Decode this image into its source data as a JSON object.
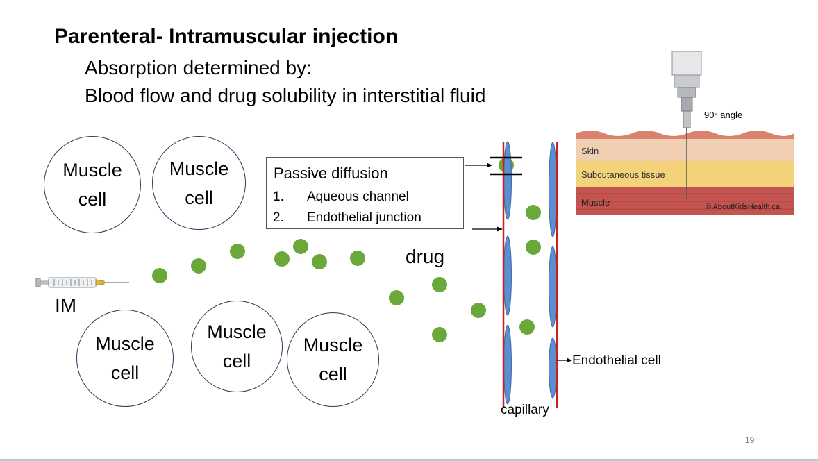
{
  "slide": {
    "title": "Parenteral- Intramuscular injection",
    "line1": "Absorption determined by:",
    "line2": "Blood flow and drug solubility in interstitial fluid",
    "page_number": "19"
  },
  "cells": [
    "Muscle cell",
    "Muscle cell",
    "Muscle cell",
    "Muscle cell",
    "Muscle cell"
  ],
  "cell_line1": "Muscle",
  "cell_line2": "cell",
  "diffusion_box": {
    "title": "Passive diffusion",
    "items": [
      {
        "num": "1.",
        "text": "Aqueous channel"
      },
      {
        "num": "2.",
        "text": "Endothelial junction"
      }
    ]
  },
  "labels": {
    "drug": "drug",
    "im": "IM",
    "endothelial": "Endothelial cell",
    "capillary": "capillary"
  },
  "inset": {
    "angle": "90° angle",
    "skin": "Skin",
    "subcutaneous": "Subcutaneous tissue",
    "muscle": "Muscle",
    "credit": "© AboutKidsHealth.ca"
  },
  "colors": {
    "drug_dot": "#6aa83a",
    "endothelial": "#5b8fd0",
    "capillary_wall": "#cc1f1f",
    "cell_border": "#2b3a57"
  }
}
